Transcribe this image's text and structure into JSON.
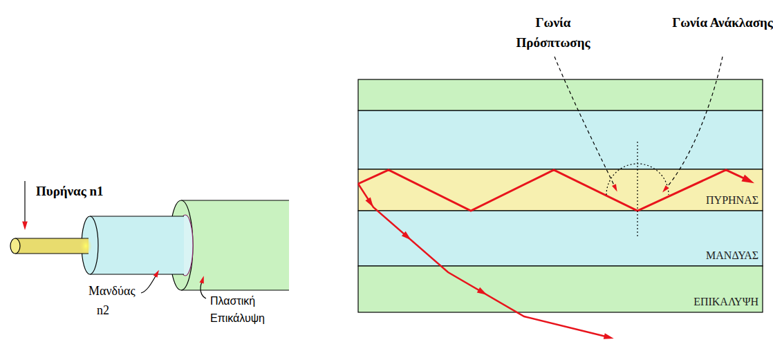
{
  "diagram": {
    "nodes": [
      {
        "text": [
          "ΠΥΡΗΝΑΣ"
        ]
      },
      {
        "text": [
          "ΜΑΝΔΥΑΣ"
        ]
      },
      {
        "text": [
          "ΕΠΙΚΑΛΥΨΗ"
        ]
      }
    ],
    "labels": [
      "Πυρήνας n1",
      "Μανδύας",
      "n2",
      "Πλαστική Επικάλυψη",
      "Γωνία Πρόσπτωσης",
      "Γωνία Ανάκλασης"
    ]
  }
}
